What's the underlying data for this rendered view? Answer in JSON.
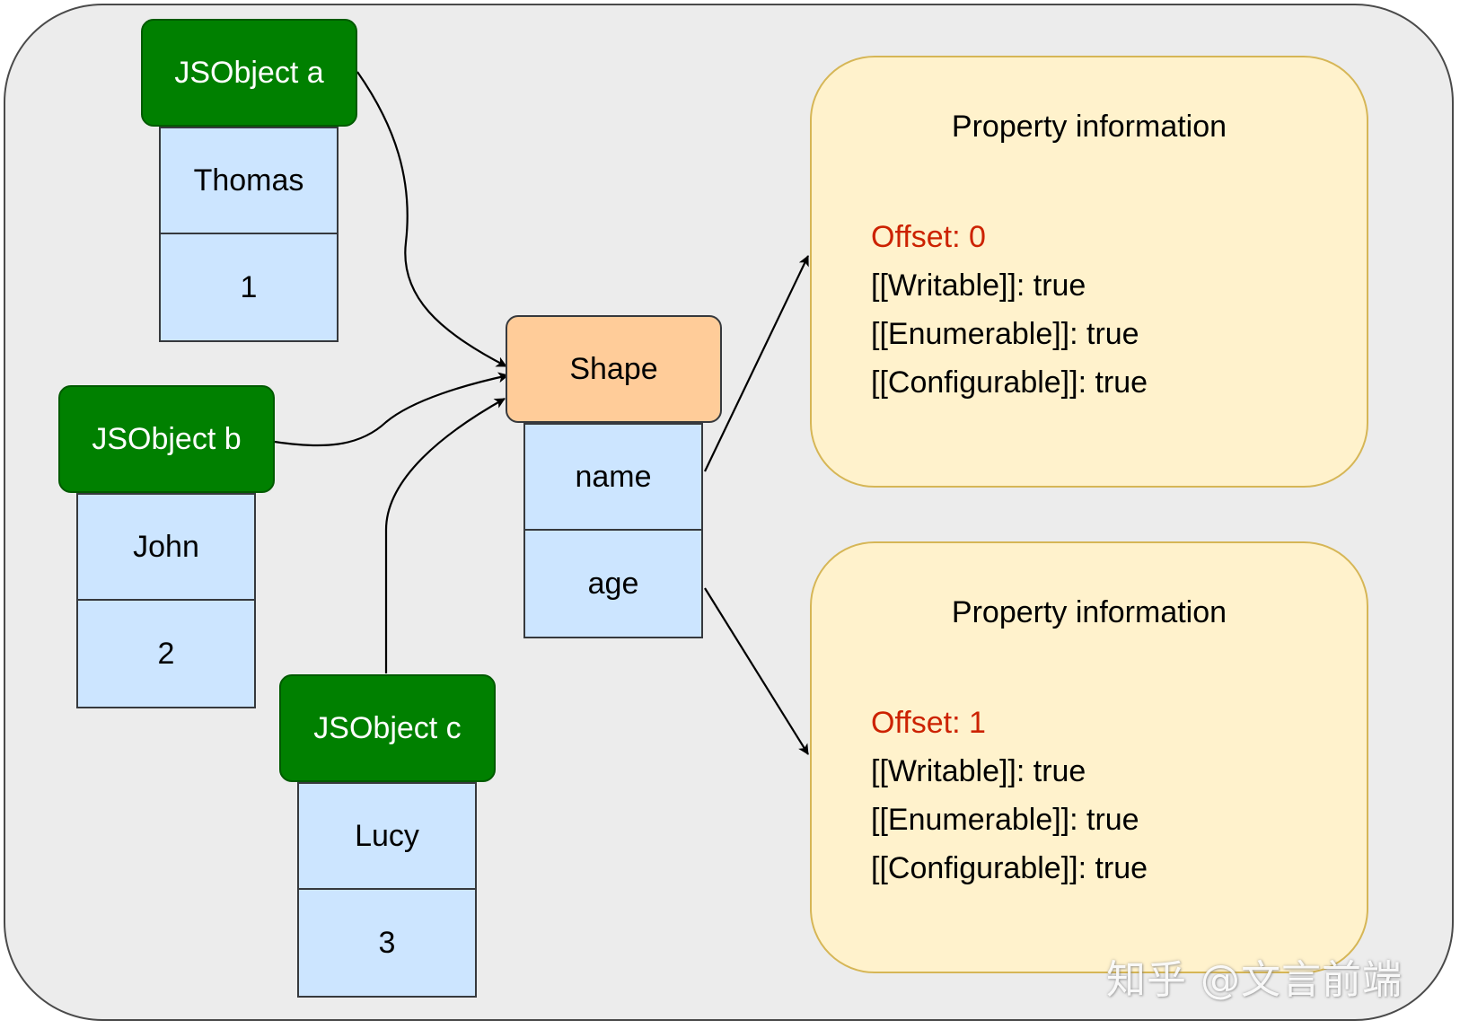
{
  "objects": [
    {
      "header": "JSObject a",
      "cells": [
        "Thomas",
        "1"
      ]
    },
    {
      "header": "JSObject b",
      "cells": [
        "John",
        "2"
      ]
    },
    {
      "header": "JSObject c",
      "cells": [
        "Lucy",
        "3"
      ]
    }
  ],
  "shape": {
    "header": "Shape",
    "cells": [
      "name",
      "age"
    ]
  },
  "panels": [
    {
      "title": "Property information",
      "offset": "Offset: 0",
      "lines": [
        "[[Writable]]: true",
        "[[Enumerable]]: true",
        "[[Configurable]]: true"
      ]
    },
    {
      "title": "Property information",
      "offset": "Offset: 1",
      "lines": [
        "[[Writable]]: true",
        "[[Enumerable]]: true",
        "[[Configurable]]: true"
      ]
    }
  ],
  "watermark": "知乎 @文言前端",
  "colors": {
    "object_header": "#008000",
    "cell": "#cce5ff",
    "shape": "#ffcc99",
    "panel": "#fff2cc",
    "offset_text": "#cc2200"
  }
}
